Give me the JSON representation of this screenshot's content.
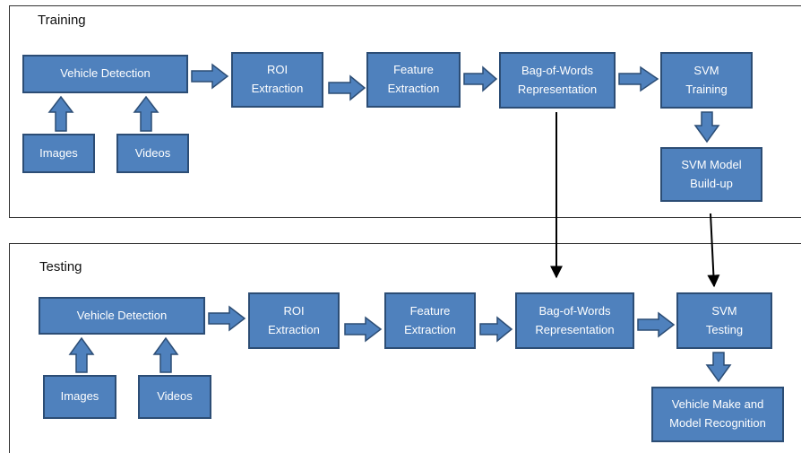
{
  "training": {
    "title": "Training",
    "vehicle_detection": "Vehicle Detection",
    "images": "Images",
    "videos": "Videos",
    "roi_extraction": "ROI\nExtraction",
    "feature_extraction": "Feature\nExtraction",
    "bag_of_words": "Bag-of-Words\nRepresentation",
    "svm_training": "SVM\nTraining",
    "svm_model": "SVM Model\nBuild-up"
  },
  "testing": {
    "title": "Testing",
    "vehicle_detection": "Vehicle Detection",
    "images": "Images",
    "videos": "Videos",
    "roi_extraction": "ROI\nExtraction",
    "feature_extraction": "Feature\nExtraction",
    "bag_of_words": "Bag-of-Words\nRepresentation",
    "svm_testing": "SVM\nTesting",
    "recognition": "Vehicle Make and\nModel Recognition"
  },
  "colors": {
    "box_fill": "#4f81bd",
    "box_border": "#2c4d75",
    "arrow_fill": "#4f81bd"
  }
}
